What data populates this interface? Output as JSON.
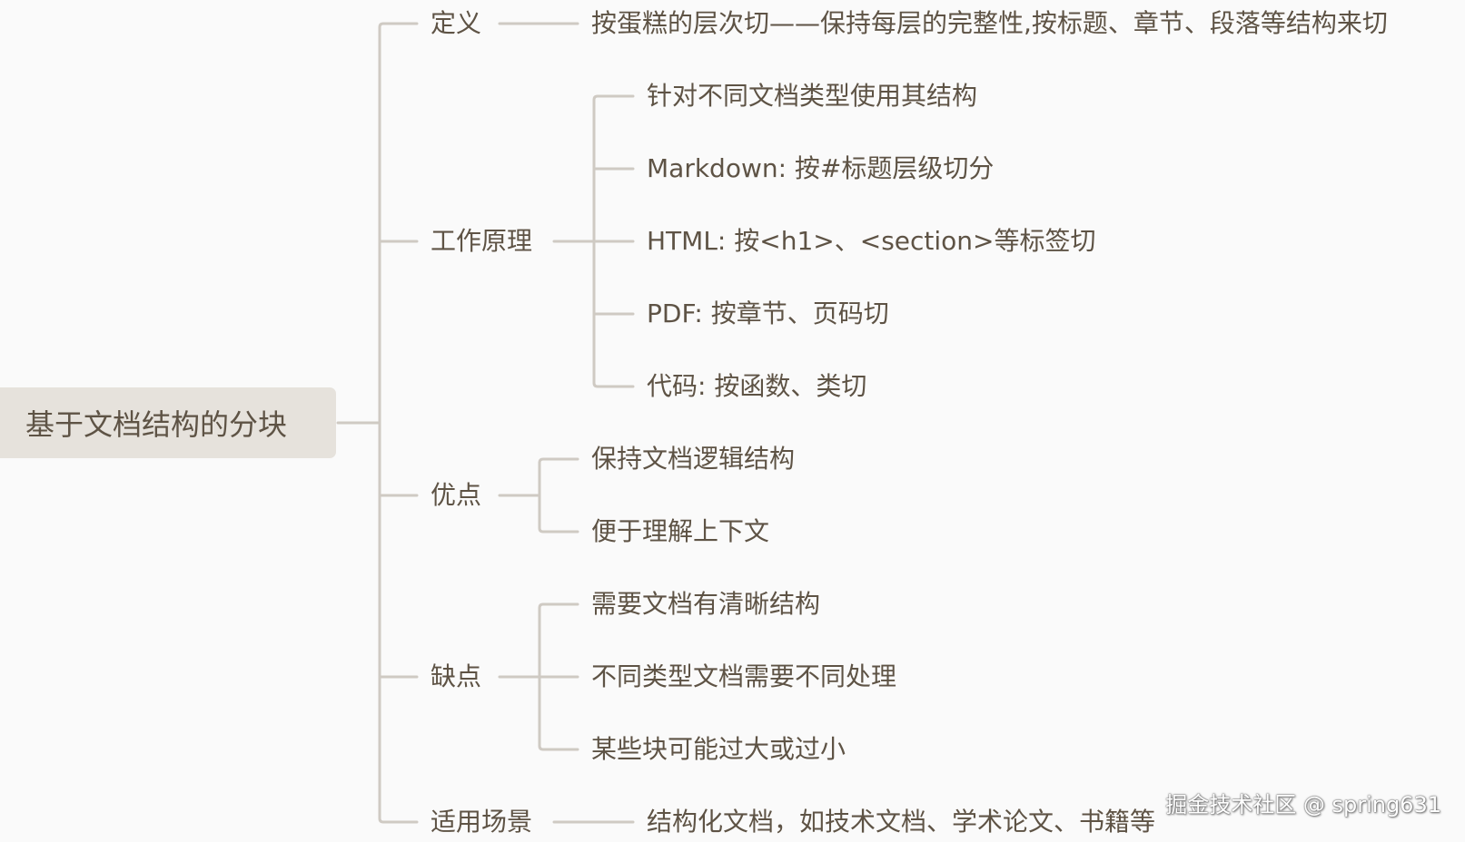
{
  "mindmap": {
    "root": "基于文档结构的分块",
    "branches": [
      {
        "label": "定义",
        "children": [
          "按蛋糕的层次切——保持每层的完整性,按标题、章节、段落等结构来切"
        ]
      },
      {
        "label": "工作原理",
        "children": [
          "针对不同文档类型使用其结构",
          "Markdown: 按#标题层级切分",
          "HTML: 按<h1>、<section>等标签切",
          "PDF: 按章节、页码切",
          "代码: 按函数、类切"
        ]
      },
      {
        "label": "优点",
        "children": [
          "保持文档逻辑结构",
          "便于理解上下文"
        ]
      },
      {
        "label": "缺点",
        "children": [
          "需要文档有清晰结构",
          "不同类型文档需要不同处理",
          "某些块可能过大或过小"
        ]
      },
      {
        "label": "适用场景",
        "children": [
          "结构化文档，如技术文档、学术论文、书籍等"
        ]
      }
    ]
  },
  "watermark": "掘金技术社区 @ spring631",
  "colors": {
    "line": "#cfcac3",
    "text": "#5e5345",
    "root_bg": "#e6e2dc",
    "background": "#fafafa"
  }
}
